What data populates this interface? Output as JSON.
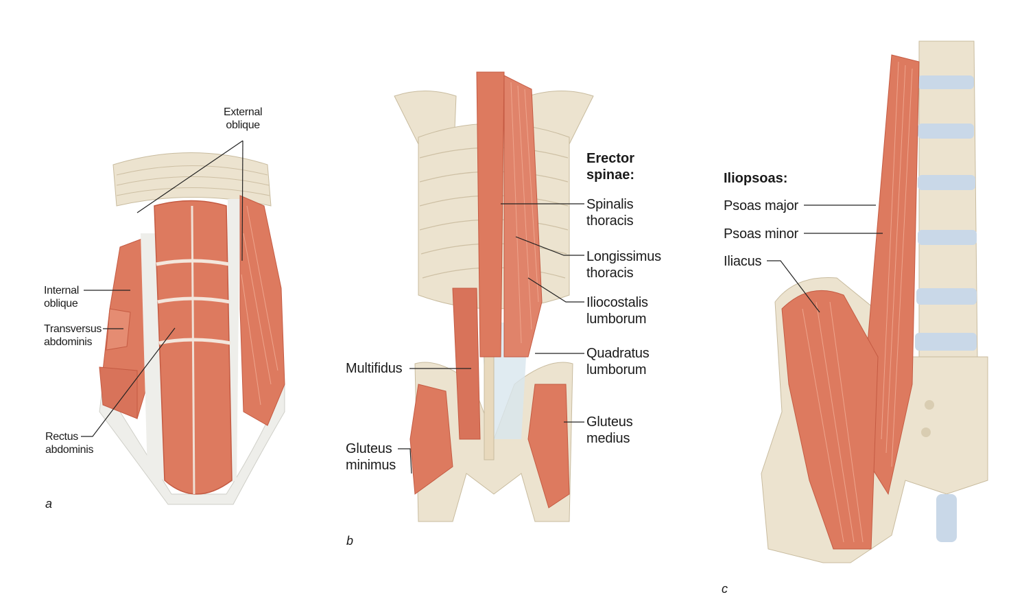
{
  "colors": {
    "muscle": "#dd7a5f",
    "muscle_dark": "#c45a42",
    "muscle_light": "#eea58d",
    "bone": "#ece3cf",
    "bone_shadow": "#d9cdb2",
    "tendon": "#eeeeea",
    "disc": "#c9d8e8",
    "leader": "#222222"
  },
  "panel_a": {
    "letter": "a",
    "external_oblique": "External\noblique",
    "internal_oblique": "Internal\noblique",
    "transversus_abdominis": "Transversus\nabdominis",
    "rectus_abdominis": "Rectus\nabdominis"
  },
  "panel_b": {
    "letter": "b",
    "erector_spinae_heading": "Erector\nspinae:",
    "spinalis_thoracis": "Spinalis\nthoracis",
    "longissimus_thoracis": "Longissimus\nthoracis",
    "iliocostalis_lumborum": "Iliocostalis\nlumborum",
    "quadratus_lumborum": "Quadratus\nlumborum",
    "gluteus_medius": "Gluteus\nmedius",
    "multifidus": "Multifidus",
    "gluteus_minimus": "Gluteus\nminimus"
  },
  "panel_c": {
    "letter": "c",
    "iliopsoas_heading": "Iliopsoas:",
    "psoas_major": "Psoas major",
    "psoas_minor": "Psoas minor",
    "iliacus": "Iliacus"
  }
}
